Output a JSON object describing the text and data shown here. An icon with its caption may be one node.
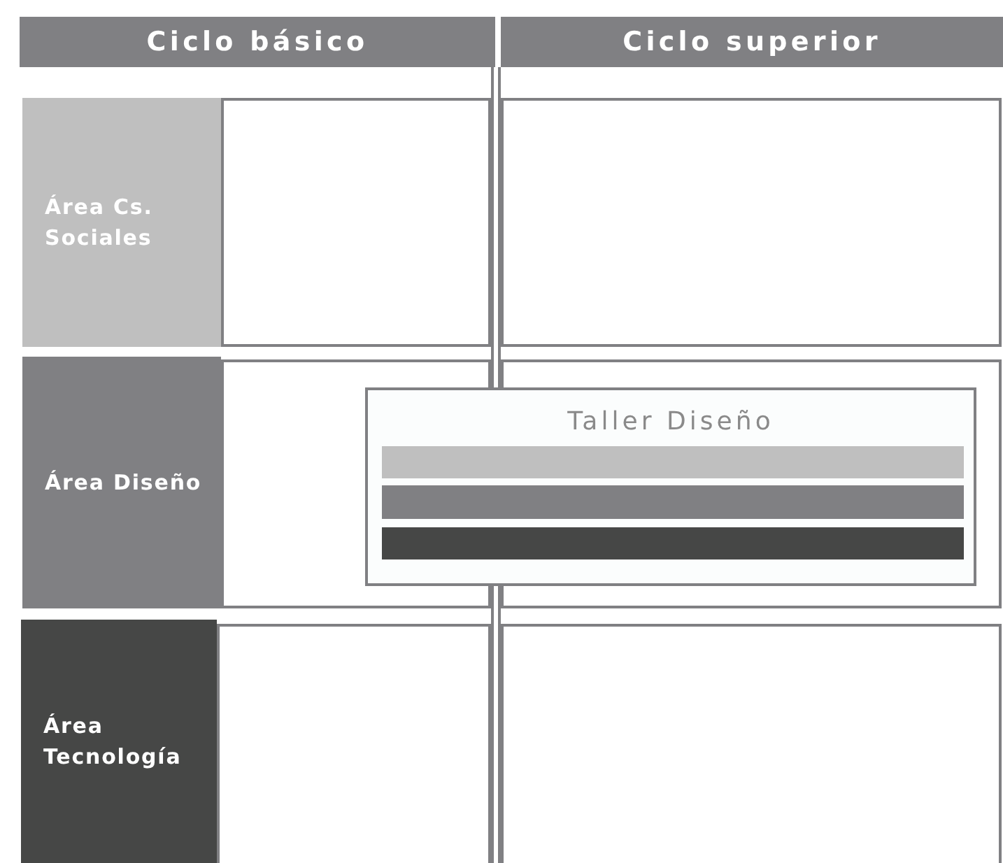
{
  "diagram": {
    "nodes": [
      {
        "text": [
          "Ciclo básico"
        ]
      },
      {
        "text": [
          "Ciclo superior"
        ]
      },
      {
        "text": [
          "Área Cs. Sociales"
        ]
      },
      {
        "text": [],
        "shape": "box"
      },
      {
        "text": [],
        "shape": "box"
      },
      {
        "text": [
          "Área Diseño"
        ]
      },
      {
        "text": [],
        "shape": "box"
      },
      {
        "text": [],
        "shape": "box"
      },
      {
        "text": [
          "Taller Diseño"
        ]
      },
      {
        "text": [],
        "shape": "bar",
        "in": 8
      },
      {
        "text": [],
        "shape": "bar",
        "in": 8
      },
      {
        "text": [],
        "shape": "bar",
        "in": 8
      },
      {
        "text": [
          "Área Tecnología"
        ]
      },
      {
        "text": [],
        "shape": "box"
      },
      {
        "text": [],
        "shape": "box"
      }
    ]
  }
}
